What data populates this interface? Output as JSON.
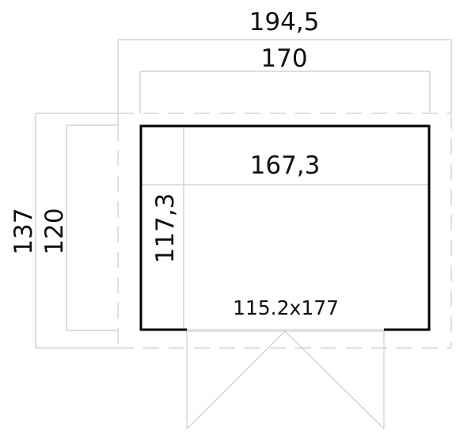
{
  "diagram": {
    "type": "floor-plan",
    "colors": {
      "wall": "#000000",
      "dimension_line": "#d4d4d4",
      "roof_outline": "#d6d6d6",
      "door": "#c4c4c4",
      "text": "#111111"
    },
    "dimensions": {
      "overall_width": "194,5",
      "wall_width": "170",
      "inner_width": "167,3",
      "overall_depth": "137",
      "wall_depth": "120",
      "inner_depth": "117,3",
      "door_size": "115.2x177"
    }
  }
}
